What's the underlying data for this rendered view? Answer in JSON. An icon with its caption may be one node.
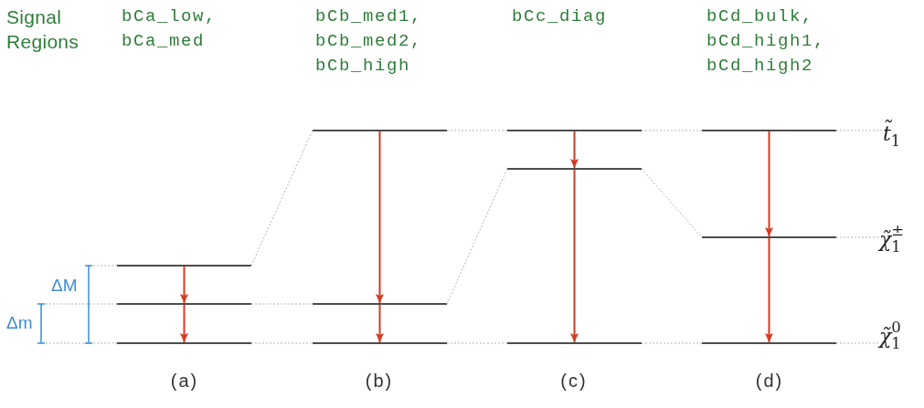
{
  "diagram": {
    "nodes": [
      {
        "text": [],
        "shape": "bar"
      },
      {
        "text": [],
        "shape": "bar"
      },
      {
        "text": [],
        "shape": "bar"
      },
      {
        "text": [],
        "shape": "bar"
      },
      {
        "text": [],
        "shape": "bar"
      },
      {
        "text": [],
        "shape": "bar"
      },
      {
        "text": [],
        "shape": "bar"
      },
      {
        "text": [],
        "shape": "bar"
      },
      {
        "text": [],
        "shape": "bar"
      },
      {
        "text": [],
        "shape": "bar"
      },
      {
        "text": [],
        "shape": "bar"
      },
      {
        "text": [],
        "shape": "bar"
      },
      {
        "text": [
          "*t̃*$_{1}$"
        ]
      },
      {
        "text": [
          "*χ̃*$_{1}$$^{±}$"
        ]
      },
      {
        "text": [
          "*χ̃*$_{1}$$^{0}$"
        ]
      }
    ],
    "edges": [
      {
        "from": 0,
        "to": 1,
        "arrow": "to",
        "color": "#d53a22"
      },
      {
        "from": 1,
        "to": 2,
        "arrow": "to",
        "color": "#d53a22"
      },
      {
        "from": 3,
        "to": 4,
        "arrow": "to",
        "color": "#d53a22"
      },
      {
        "from": 4,
        "to": 5,
        "arrow": "to",
        "color": "#d53a22"
      },
      {
        "from": 6,
        "to": 7,
        "arrow": "to",
        "color": "#d53a22"
      },
      {
        "from": 7,
        "to": 8,
        "arrow": "to",
        "color": "#d53a22"
      },
      {
        "from": 9,
        "to": 10,
        "arrow": "to",
        "color": "#d53a22"
      },
      {
        "from": 10,
        "to": 11,
        "arrow": "to",
        "color": "#d53a22"
      },
      {
        "from": 0,
        "to": 3,
        "arrow": "none",
        "style": "dashed"
      },
      {
        "from": 1,
        "to": 4,
        "arrow": "none",
        "style": "dashed"
      },
      {
        "from": 2,
        "to": 5,
        "arrow": "none",
        "style": "dashed"
      },
      {
        "from": 3,
        "to": 6,
        "arrow": "none",
        "style": "dashed"
      },
      {
        "from": 4,
        "to": 7,
        "arrow": "none",
        "style": "dashed"
      },
      {
        "from": 5,
        "to": 8,
        "arrow": "none",
        "style": "dashed"
      },
      {
        "from": 6,
        "to": 9,
        "arrow": "none",
        "style": "dashed"
      },
      {
        "from": 7,
        "to": 10,
        "arrow": "none",
        "style": "dashed"
      },
      {
        "from": 8,
        "to": 11,
        "arrow": "none",
        "style": "dashed"
      },
      {
        "from": 9,
        "to": 12,
        "arrow": "none",
        "style": "dashed"
      },
      {
        "from": 10,
        "to": 13,
        "arrow": "none",
        "style": "dashed"
      },
      {
        "from": 11,
        "to": 14,
        "arrow": "none",
        "style": "dashed"
      }
    ],
    "labels": [
      "Signal Regions",
      "bCa_low, bCa_med",
      "bCb_med1, bCb_med2, bCb_high",
      "bCc_diag",
      "bCd_bulk, bCd_high1, bCd_high2",
      "ΔM",
      "Δm",
      "(a)",
      "(b)",
      "(c)",
      "(d)"
    ]
  }
}
